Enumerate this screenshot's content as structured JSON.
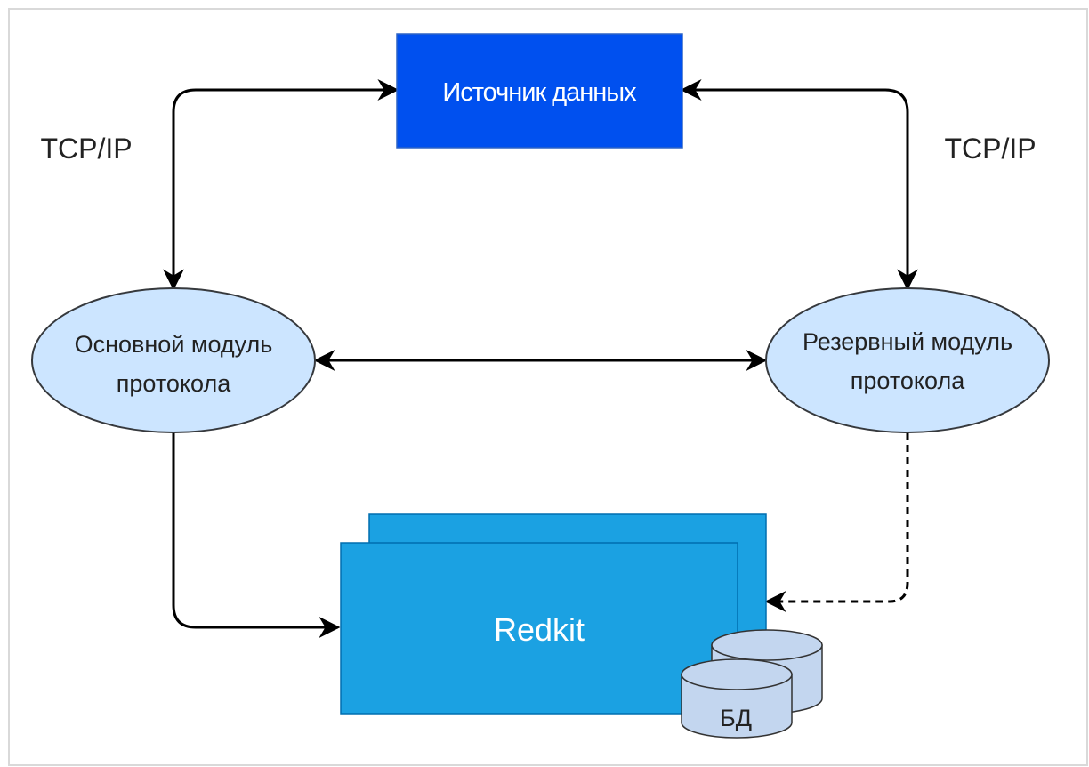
{
  "nodes": {
    "source": {
      "label": "Источник данных"
    },
    "primary": {
      "line1": "Основной модуль",
      "line2": "протокола"
    },
    "backup": {
      "line1": "Резервный модуль",
      "line2": "протокола"
    },
    "redkit": {
      "label": "Redkit"
    },
    "db": {
      "label": "БД"
    }
  },
  "edges": {
    "left_protocol": "TCP/IP",
    "right_protocol": "TCP/IP"
  },
  "colors": {
    "source_fill": "#0050ef",
    "ellipse_fill": "#cce5ff",
    "redkit_fill": "#1ba1e2",
    "db_fill": "#c3d6ef",
    "line": "#000000"
  }
}
